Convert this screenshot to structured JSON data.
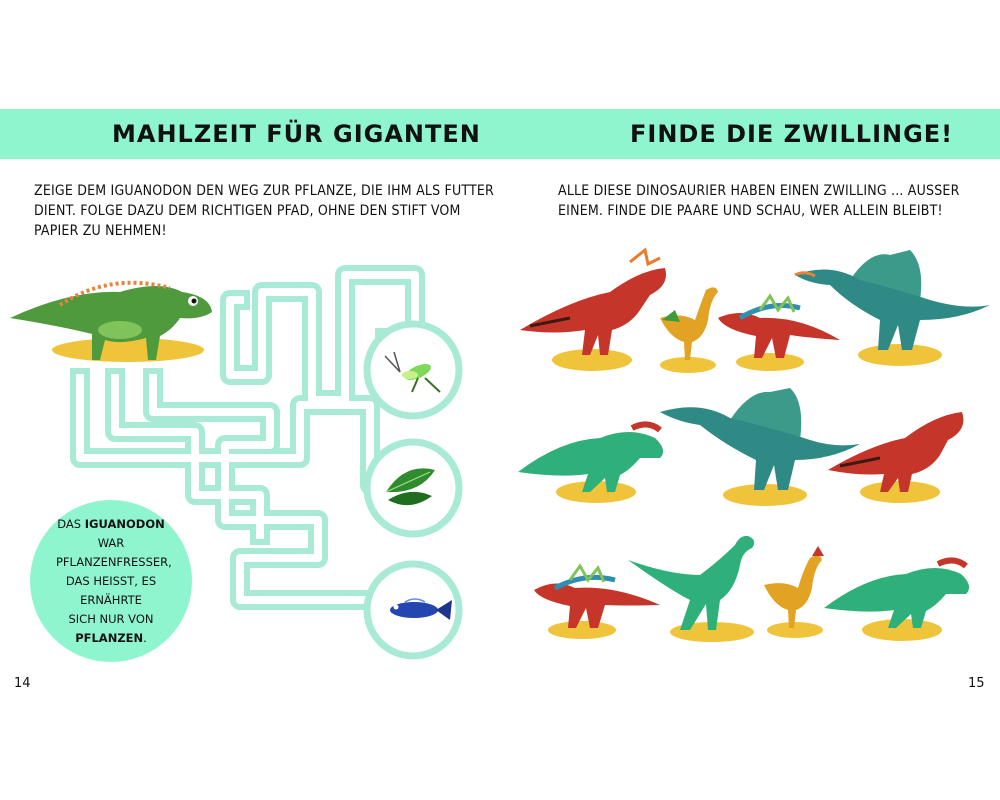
{
  "left_page": {
    "title": "MAHLZEIT FÜR GIGANTEN",
    "instructions": [
      "ZEIGE DEM IGUANODON DEN WEG ZUR PFLANZE, DIE IHM ALS FUTTER",
      "DIENT. FOLGE DAZU DEM RICHTIGEN PFAD, OHNE DEN STIFT VOM",
      "PAPIER ZU NEHMEN!"
    ],
    "fact": {
      "line1_pre": "DAS ",
      "line1_bold": "IGUANODON",
      "line2": "WAR PFLANZENFRESSER,",
      "line3": "DAS HEISST, ES ERNÄHRTE",
      "line4": "SICH NUR VON",
      "line5_bold": "PFLANZEN",
      "line5_post": "."
    },
    "page_number": "14",
    "maze_targets": [
      "insect-icon",
      "leaves-icon",
      "fish-icon"
    ]
  },
  "right_page": {
    "title": "FINDE DIE ZWILLINGE!",
    "instructions": [
      "ALLE DIESE DINOSAURIER HABEN EINEN ZWILLING ... AUSSER",
      "EINEM. FINDE DIE PAARE UND SCHAU, WER ALLEIN BLEIBT!"
    ],
    "page_number": "15"
  },
  "colors": {
    "banner": "#8ff5cf",
    "maze_path": "#a8ead5",
    "ground": "#f0c43a",
    "iguanodon": "#4f9a3c",
    "trex": "#c6352a",
    "spinosaurus": "#2f8a86",
    "hadrosaur": "#2fb07a"
  }
}
